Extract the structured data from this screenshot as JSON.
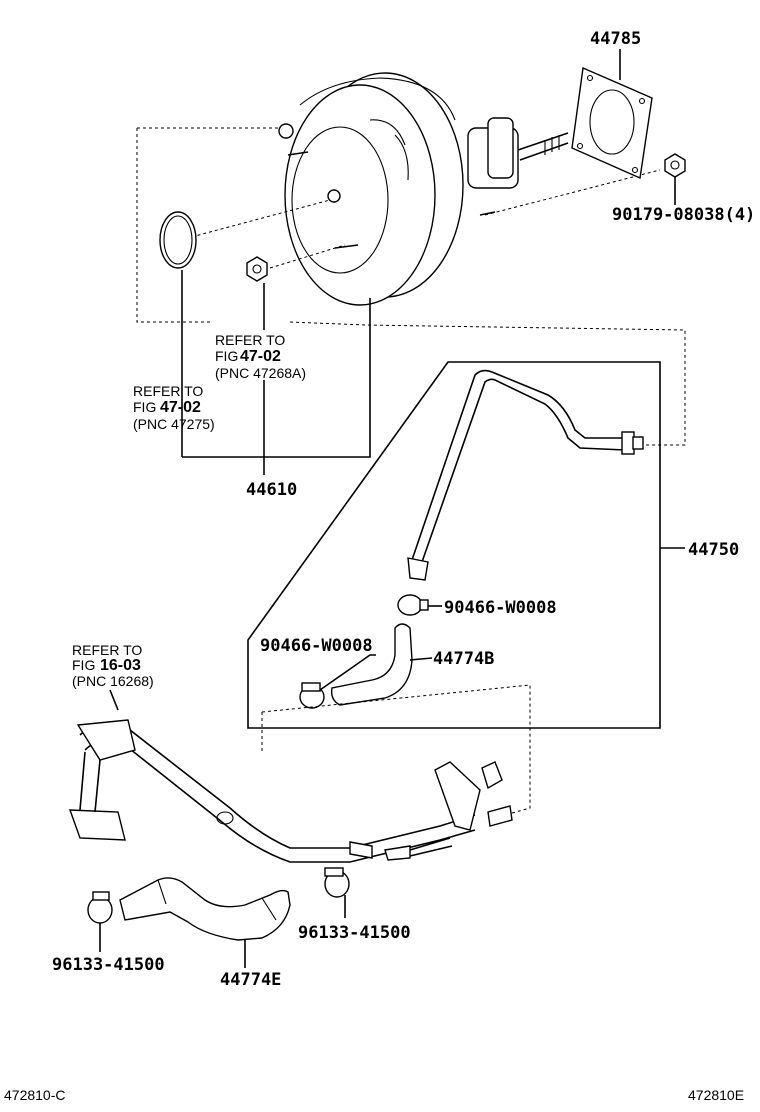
{
  "parts": {
    "p44785": "44785",
    "p90179": "90179-08038(4)",
    "p44610": "44610",
    "p44750": "44750",
    "p90466_right": "90466-W0008",
    "p90466_left": "90466-W0008",
    "p44774B": "44774B",
    "p96133_left": "96133-41500",
    "p96133_right": "96133-41500",
    "p44774E": "44774E"
  },
  "refs": {
    "ref_a": {
      "l1": "REFER TO",
      "l2_a": "FIG",
      "l2_b": "47-02",
      "l3": "(PNC 47268A)"
    },
    "ref_b": {
      "l1": "REFER TO",
      "l2_a": "FIG",
      "l2_b": "47-02",
      "l3": "(PNC 47275)"
    },
    "ref_c": {
      "l1": "REFER TO",
      "l2_a": "FIG",
      "l2_b": "16-03",
      "l3": "(PNC 16268)"
    }
  },
  "footer": {
    "left": "472810-C",
    "right": "472810E"
  }
}
